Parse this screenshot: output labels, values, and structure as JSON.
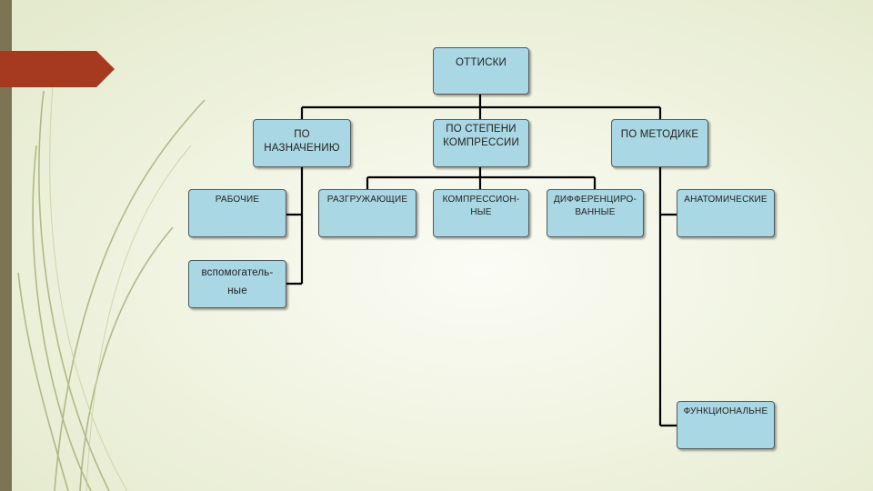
{
  "diagram": {
    "root": "ОТТИСКИ",
    "categories": [
      {
        "label_lines": [
          "ПО НАЗНАЧЕНИЮ"
        ]
      },
      {
        "label_lines": [
          "ПО СТЕПЕНИ",
          "КОМПРЕССИИ"
        ]
      },
      {
        "label_lines": [
          "ПО МЕТОДИКЕ"
        ]
      }
    ],
    "by_purpose": [
      {
        "label_lines": [
          "РАБОЧИЕ"
        ]
      },
      {
        "label_lines": [
          "вспомогатель-",
          "ные"
        ]
      }
    ],
    "by_compression": [
      {
        "label_lines": [
          "РАЗГРУЖАЮЩИЕ"
        ]
      },
      {
        "label_lines": [
          "КОМПРЕССИОН-",
          "НЫЕ"
        ]
      },
      {
        "label_lines": [
          "ДИФФЕРЕНЦИРО-",
          "ВАННЫЕ"
        ]
      }
    ],
    "by_method": [
      {
        "label_lines": [
          "АНАТОМИЧЕСКИЕ"
        ]
      },
      {
        "label_lines": [
          "ФУНКЦИОНАЛЬНЕ"
        ]
      }
    ]
  },
  "colors": {
    "node_fill": "#a9d7e3",
    "node_border": "#4f5a60",
    "connector": "#000000",
    "accent_arrow": "#a63a1e",
    "left_bar": "#7b7556"
  }
}
